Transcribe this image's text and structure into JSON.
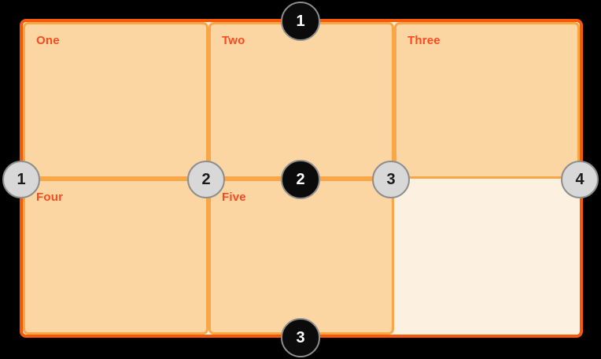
{
  "colors": {
    "background": "#000000",
    "outer-border": "#F7590A",
    "cell-bg": "#FBD6A2",
    "cell-border": "#F9A746",
    "container-bg": "#FCF1E0",
    "label": "#F94B21",
    "black-badge-bg": "#0B0B0B",
    "black-badge-text": "#FFFFFF",
    "gray-badge-bg": "#D8D8D8",
    "gray-badge-text": "#1A1A1A",
    "badge-ring": "#8E8E8E"
  },
  "grid": {
    "columns": 3,
    "rows": 2,
    "cells": [
      {
        "label": "One"
      },
      {
        "label": "Two"
      },
      {
        "label": "Three"
      },
      {
        "label": "Four"
      },
      {
        "label": "Five"
      },
      {
        "label": ""
      }
    ],
    "row_line_badges": [
      "1",
      "2",
      "3"
    ],
    "column_line_badges": [
      "1",
      "2",
      "3",
      "4"
    ]
  }
}
